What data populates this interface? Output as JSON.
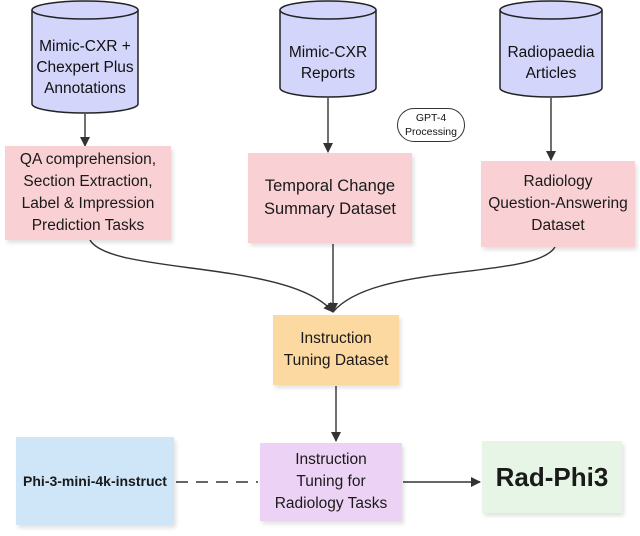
{
  "sources": [
    {
      "id": "mimic_chexpert",
      "label": "Mimic-CXR +\nChexpert Plus\nAnnotations"
    },
    {
      "id": "mimic_reports",
      "label": "Mimic-CXR\nReports"
    },
    {
      "id": "radiopaedia",
      "label": "Radiopaedia\nArticles"
    }
  ],
  "processing_badge": "GPT-4\nProcessing",
  "datasets": {
    "qa_tasks": "QA comprehension,\nSection Extraction,\nLabel & Impression\nPrediction Tasks",
    "temporal": "Temporal Change\nSummary Dataset",
    "radiology_qa": "Radiology\nQuestion-Answering\nDataset"
  },
  "instruction_dataset": "Instruction\nTuning Dataset",
  "base_model": "Phi-3-mini-4k-instruct",
  "tuning_step": "Instruction\nTuning for\nRadiology Tasks",
  "output_model": "Rad-Phi3",
  "colors": {
    "cylinder_fill": "#d3d5fb",
    "dataset_fill": "#f9d0d3",
    "instruction_fill": "#fbd9a0",
    "base_model_fill": "#cfe5f8",
    "tuning_fill": "#ecd2f4",
    "output_fill": "#e7f5e6"
  }
}
